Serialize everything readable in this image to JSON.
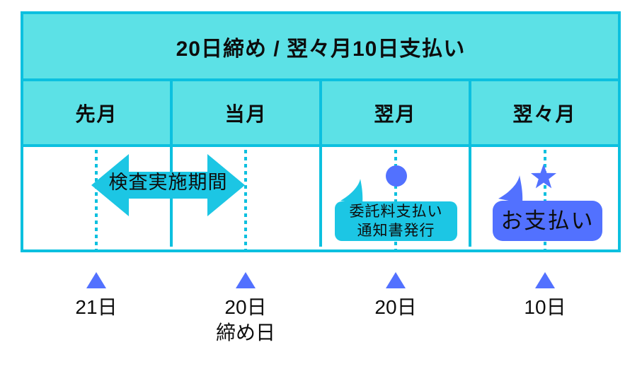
{
  "palette": {
    "turquoise": "#5ce1e6",
    "cyan": "#0cc0df",
    "cyan_bright": "#1cc6e4",
    "blue": "#5271ff",
    "ink": "#0d0d0d",
    "background": "#ffffff"
  },
  "table": {
    "title": "20日締め / 翌々月10日支払い",
    "columns": [
      {
        "label": "先月"
      },
      {
        "label": "当月"
      },
      {
        "label": "翌月"
      },
      {
        "label": "翌々月"
      }
    ]
  },
  "annotations": {
    "inspection_period": "検査実施期間",
    "notice_line1": "委託料支払い",
    "notice_line2": "通知書発行",
    "payment": "お支払い"
  },
  "markers": [
    {
      "date": "21日",
      "note": ""
    },
    {
      "date": "20日",
      "note": "締め日"
    },
    {
      "date": "20日",
      "note": ""
    },
    {
      "date": "10日",
      "note": ""
    }
  ]
}
